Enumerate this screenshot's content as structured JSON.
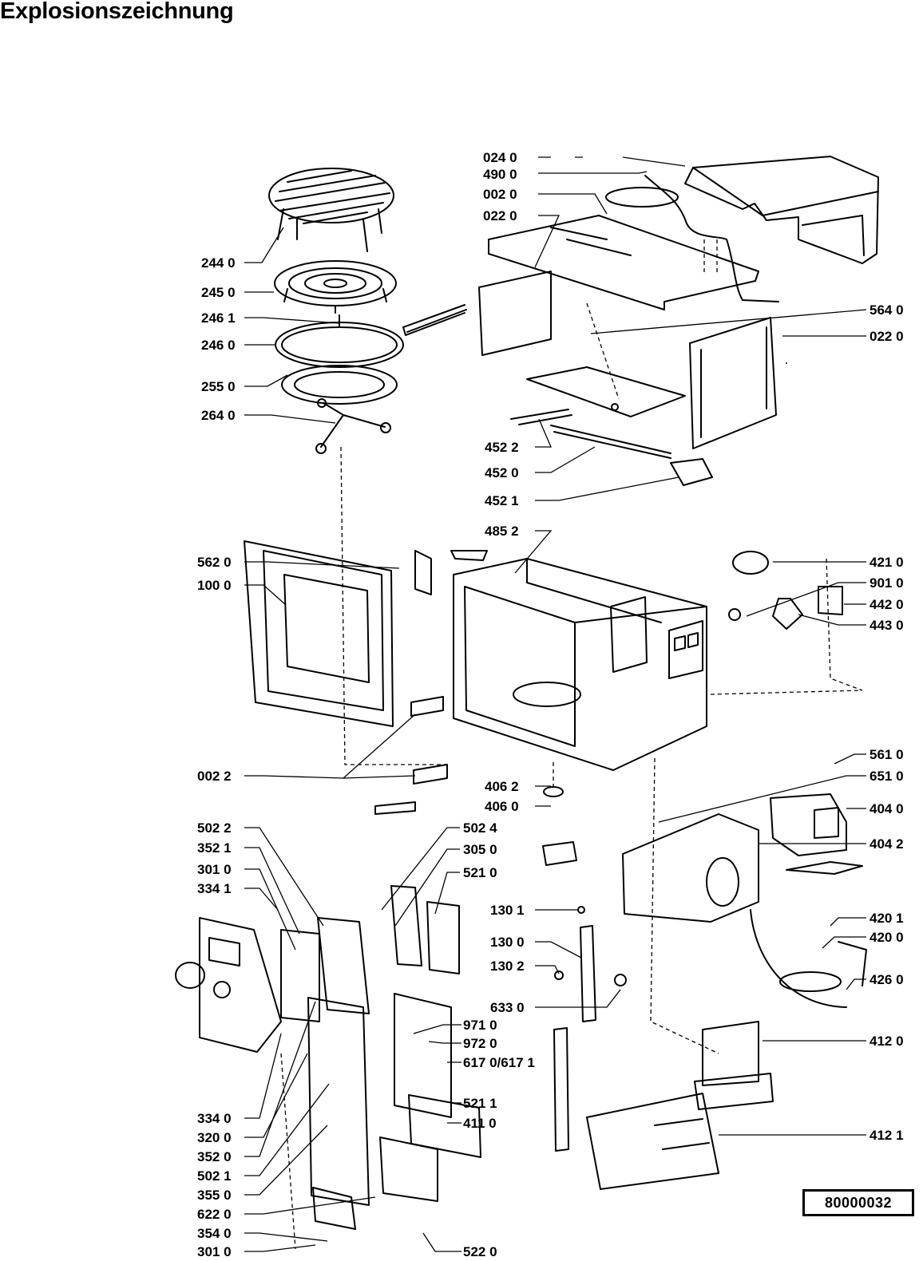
{
  "title": "Explosionszeichnung",
  "drawing_number": "80000032",
  "part_labels": {
    "p024_0": "024 0",
    "p490_0": "490 0",
    "p002_0": "002 0",
    "p022_0_top": "022 0",
    "p244_0": "244 0",
    "p245_0": "245 0",
    "p246_1": "246 1",
    "p246_0": "246 0",
    "p255_0": "255 0",
    "p264_0": "264 0",
    "p564_0": "564 0",
    "p022_0_right": "022 0",
    "p452_2": "452 2",
    "p452_0": "452 0",
    "p452_1": "452 1",
    "p485_2": "485 2",
    "p562_0": "562 0",
    "p100_0": "100 0",
    "p421_0": "421 0",
    "p901_0": "901 0",
    "p442_0": "442 0",
    "p443_0": "443 0",
    "p002_2": "002 2",
    "p561_0": "561 0",
    "p406_2": "406 2",
    "p651_0": "651 0",
    "p406_0": "406 0",
    "p404_0": "404 0",
    "p502_2": "502 2",
    "p502_4": "502 4",
    "p352_1": "352 1",
    "p305_0": "305 0",
    "p301_0_top": "301 0",
    "p521_0": "521 0",
    "p334_1": "334 1",
    "p404_2": "404 2",
    "p130_1": "130 1",
    "p420_1": "420 1",
    "p130_0": "130 0",
    "p420_0": "420 0",
    "p130_2": "130 2",
    "p426_0": "426 0",
    "p633_0": "633 0",
    "p971_0": "971 0",
    "p412_0": "412 0",
    "p972_0": "972 0",
    "p617_0": "617 0/617 1",
    "p334_0": "334 0",
    "p412_1": "412 1",
    "p320_0": "320 0",
    "p352_0": "352 0",
    "p521_1": "521 1",
    "p502_1": "502 1",
    "p411_0": "411 0",
    "p355_0": "355 0",
    "p622_0": "622 0",
    "p354_0": "354 0",
    "p301_0_bottom": "301 0",
    "p522_0": "522 0"
  }
}
